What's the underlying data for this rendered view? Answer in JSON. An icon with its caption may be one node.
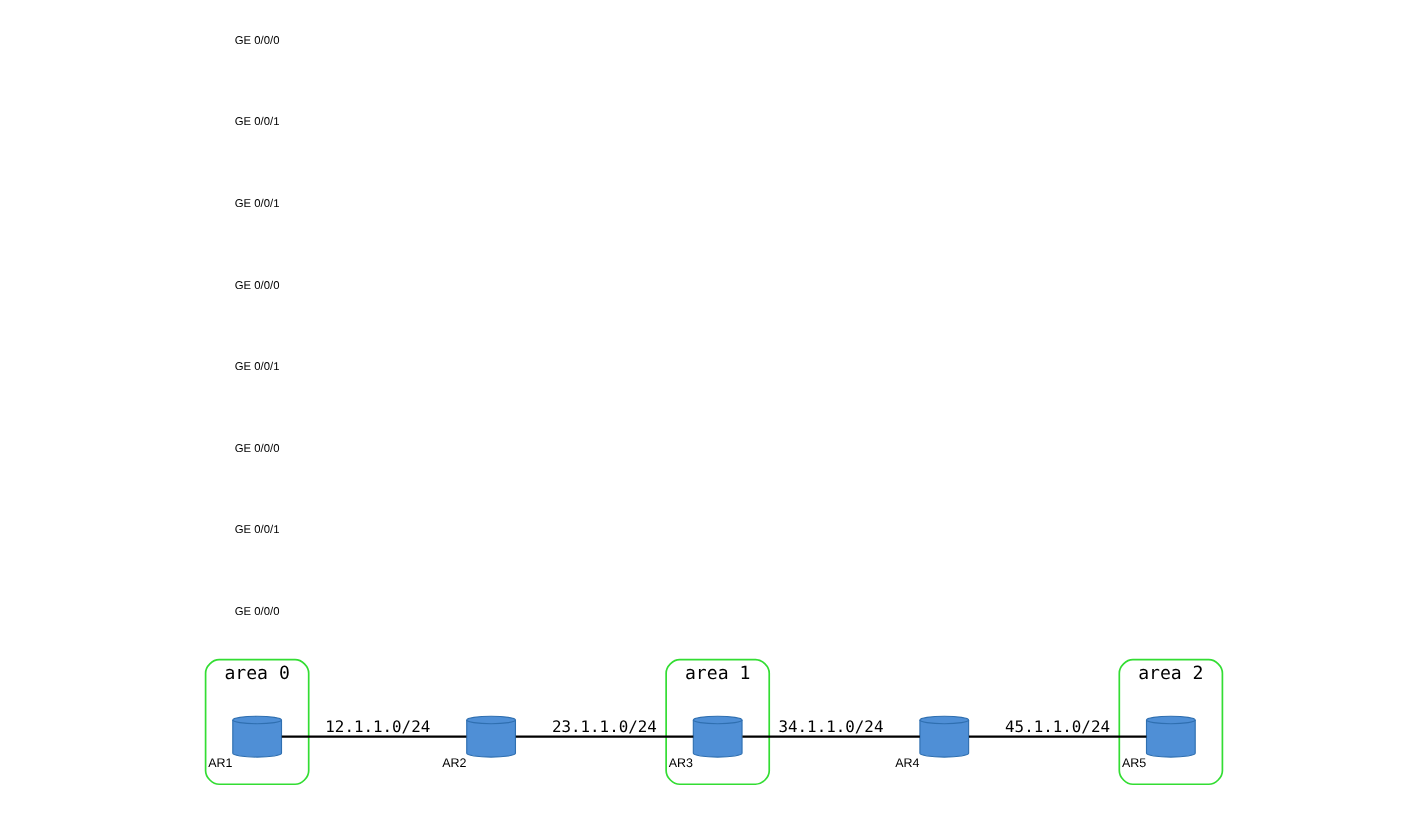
{
  "diagram": {
    "nodes": [
      {
        "text": [
          "area 0"
        ]
      },
      {
        "text": [],
        "shape": "cylinder",
        "beside": [
          "AR1"
        ],
        "in": 0
      },
      {
        "text": [],
        "shape": "cylinder",
        "beside": [
          "AR2"
        ]
      },
      {
        "text": [
          "area 1"
        ]
      },
      {
        "text": [],
        "shape": "cylinder",
        "beside": [
          "AR4"
        ]
      },
      {
        "text": [
          "area 2"
        ]
      },
      {
        "text": [],
        "shape": "cylinder",
        "beside": [
          "AR5"
        ],
        "in": 5
      },
      {
        "text": [],
        "shape": "cylinder",
        "beside": [
          "AR3"
        ],
        "in": 3
      }
    ],
    "edges": [
      {
        "from": 1,
        "to": 2,
        "arrow": "none",
        "label": "12.1.1.0/24"
      },
      {
        "from": 2,
        "to": 7,
        "arrow": "none",
        "label": "23.1.1.0/24"
      },
      {
        "from": 7,
        "to": 4,
        "arrow": "none",
        "label": "34.1.1.0/24"
      },
      {
        "from": 4,
        "to": 6,
        "arrow": "none",
        "label": "45.1.1.0/24"
      }
    ],
    "labels": [
      "GE 0/0/0",
      "GE 0/0/1",
      "GE 0/0/0",
      "GE 0/0/1",
      "GE 0/0/0",
      "GE 0/0/1",
      "GE 0/0/1",
      "GE 0/0/0"
    ]
  }
}
